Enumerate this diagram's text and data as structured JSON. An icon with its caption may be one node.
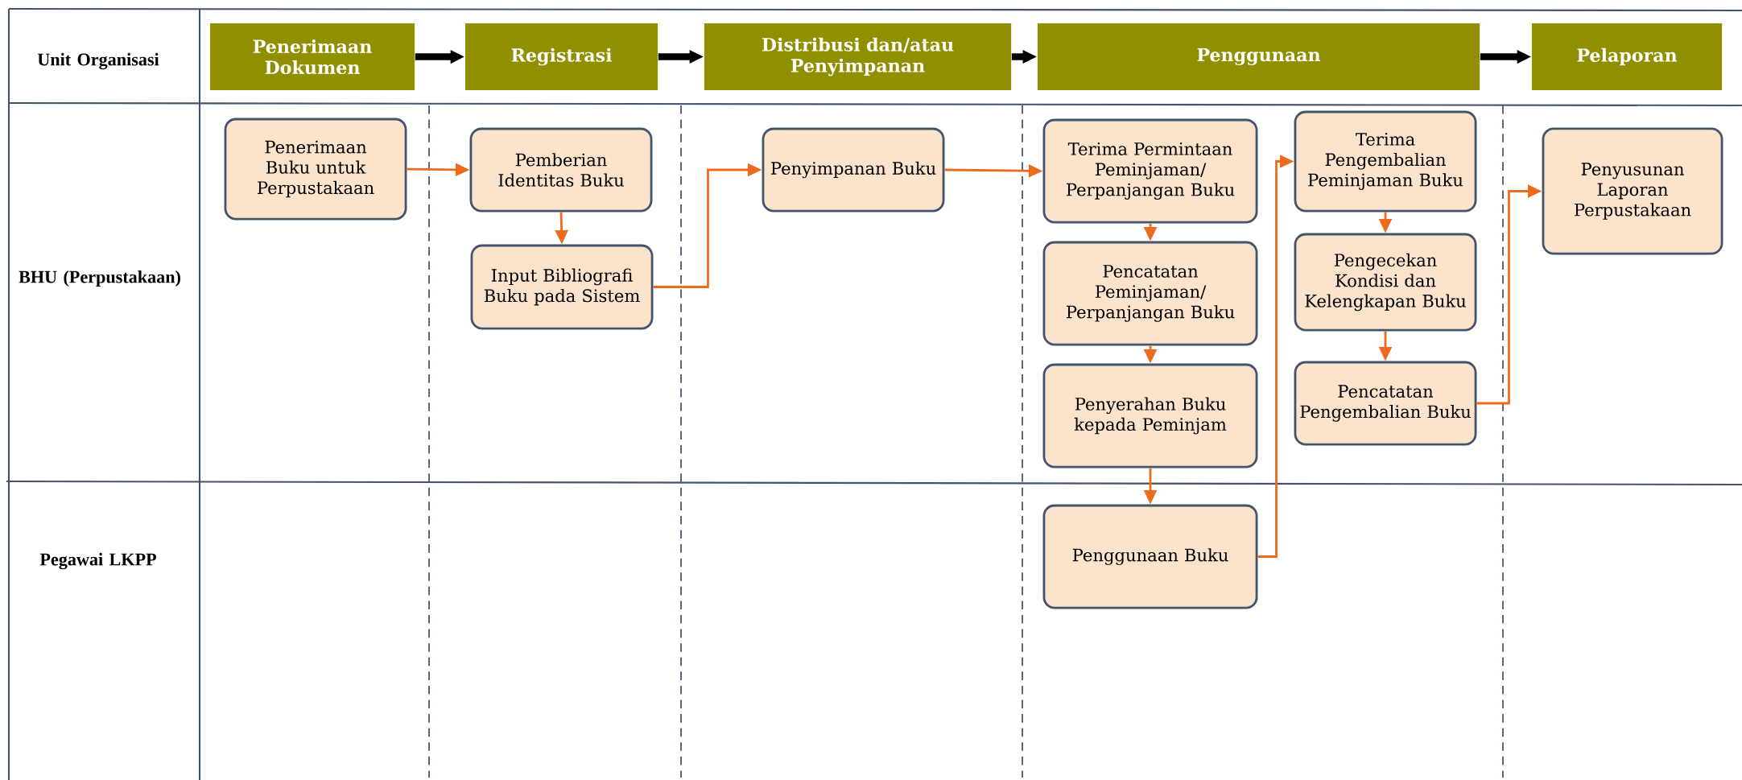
{
  "diagram": {
    "nodes": [
      {
        "text": [
          "Penerimaan Dokumen"
        ]
      },
      {
        "text": [
          "Registrasi"
        ]
      },
      {
        "text": [
          "Distribusi dan/atau Penyimpanan"
        ]
      },
      {
        "text": [
          "Penggunaan"
        ]
      },
      {
        "text": [
          "Pelaporan"
        ]
      },
      {
        "text": [
          "Penerimaan Buku untuk Perpustakaan"
        ]
      },
      {
        "text": [
          "Pemberian Identitas Buku"
        ]
      },
      {
        "text": [
          "Input Bibliografi Buku pada Sistem"
        ]
      },
      {
        "text": [
          "Penyimpanan Buku"
        ]
      },
      {
        "text": [
          "Terima Permintaan Peminjaman/ Perpanjangan Buku"
        ]
      },
      {
        "text": [
          "Pencatatan Peminjaman/ Perpanjangan Buku"
        ]
      },
      {
        "text": [
          "Penyerahan Buku kepada Peminjam"
        ]
      },
      {
        "text": [
          "Penggunaan Buku"
        ]
      },
      {
        "text": [
          "Terima Pengembalian Peminjaman Buku"
        ]
      },
      {
        "text": [
          "Pengecekan Kondisi dan Kelengkapan Buku"
        ]
      },
      {
        "text": [
          "Pencatatan Pengembalian Buku"
        ]
      },
      {
        "text": [
          "Penyusunan Laporan Perpustakaan"
        ]
      }
    ],
    "edges": [
      {
        "from": 0,
        "to": 1,
        "arrow": "to",
        "style": "thick",
        "color": "#000000"
      },
      {
        "from": 1,
        "to": 2,
        "arrow": "to",
        "style": "thick",
        "color": "#000000"
      },
      {
        "from": 2,
        "to": 3,
        "arrow": "to",
        "style": "thick",
        "color": "#000000"
      },
      {
        "from": 3,
        "to": 4,
        "arrow": "to",
        "style": "thick",
        "color": "#000000"
      },
      {
        "from": 5,
        "to": 6,
        "arrow": "to"
      },
      {
        "from": 6,
        "to": 7,
        "arrow": "to"
      },
      {
        "from": 7,
        "to": 8,
        "arrow": "to"
      },
      {
        "from": 8,
        "to": 9,
        "arrow": "to"
      },
      {
        "from": 9,
        "to": 10,
        "arrow": "to"
      },
      {
        "from": 10,
        "to": 11,
        "arrow": "to"
      },
      {
        "from": 11,
        "to": 12,
        "arrow": "to"
      },
      {
        "from": 12,
        "to": 13,
        "arrow": "to"
      },
      {
        "from": 13,
        "to": 14,
        "arrow": "to"
      },
      {
        "from": 14,
        "to": 15,
        "arrow": "to"
      },
      {
        "from": 15,
        "to": 16,
        "arrow": "to"
      }
    ],
    "labels": [
      "Unit Organisasi",
      "BHU (Perpustakaan)",
      "Pegawai LKPP"
    ]
  }
}
